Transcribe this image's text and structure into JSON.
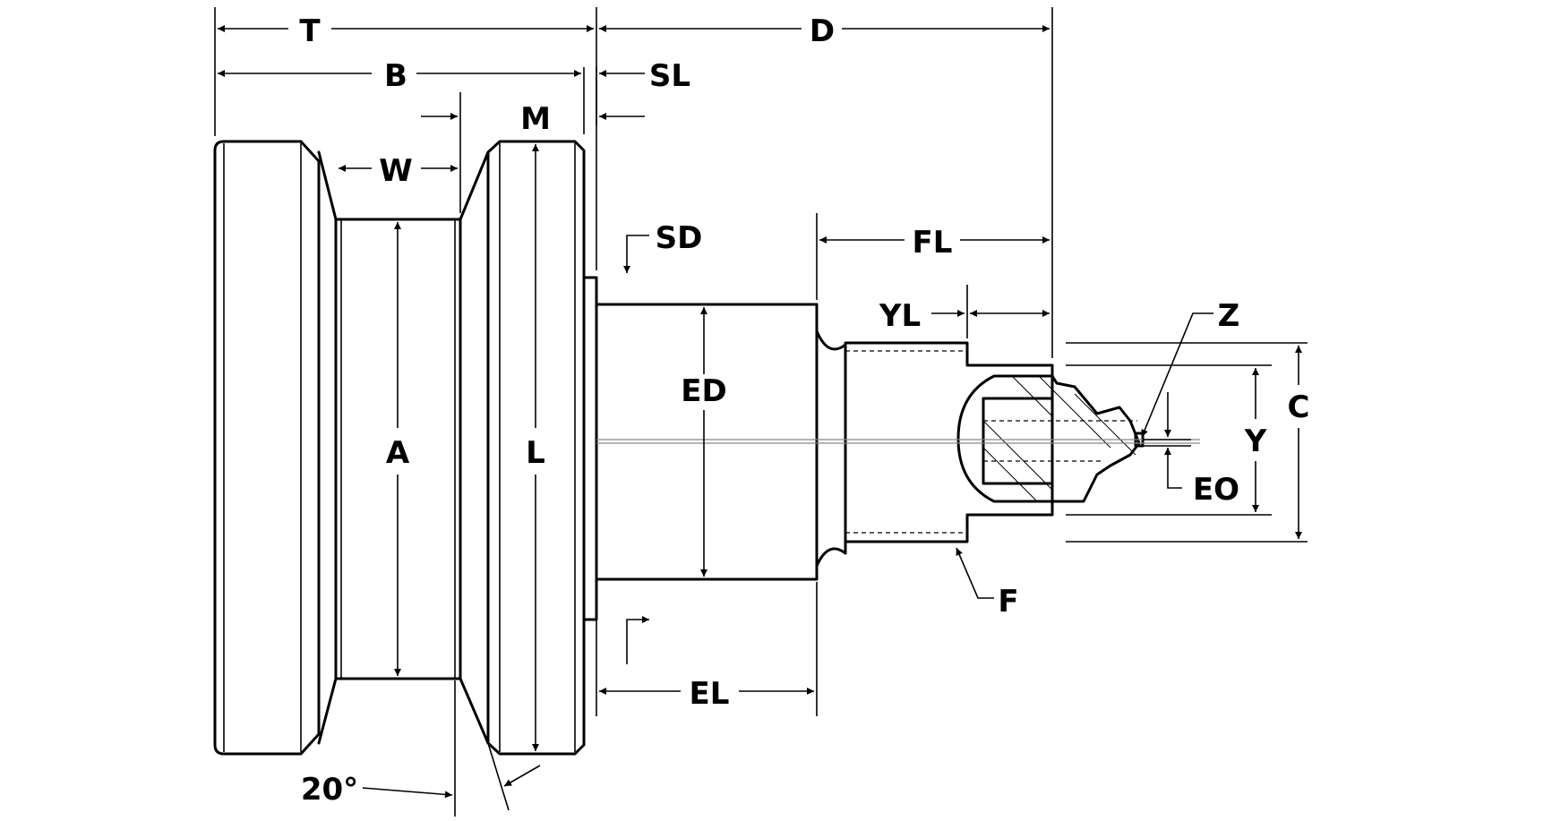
{
  "labels": {
    "T": "T",
    "B": "B",
    "D": "D",
    "SL": "SL",
    "M": "M",
    "W": "W",
    "SD": "SD",
    "FL": "FL",
    "YL": "YL",
    "Z": "Z",
    "ED": "ED",
    "A": "A",
    "L": "L",
    "C": "C",
    "Y": "Y",
    "EO": "EO",
    "F": "F",
    "EL": "EL",
    "angle": "20°"
  }
}
